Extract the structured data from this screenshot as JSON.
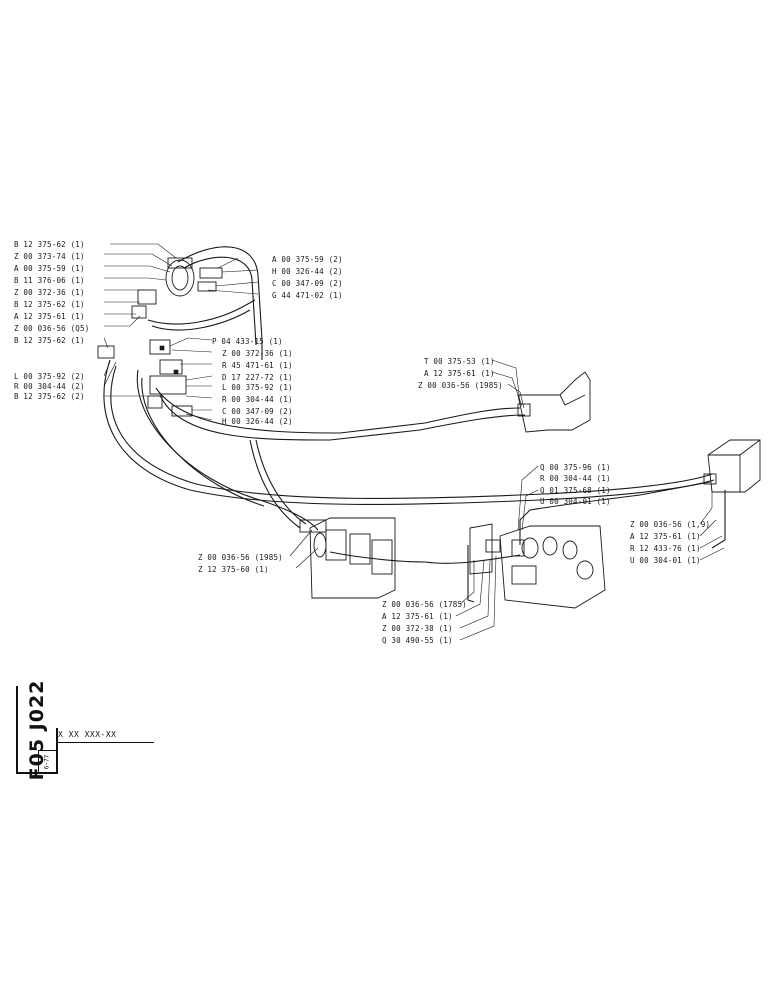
{
  "callouts": [
    "B 12 375-62 (1)",
    "Z 00 373-74 (1)",
    "A 00 375-59 (1)",
    "B 11 376-06 (1)",
    "Z 00 372-36 (1)",
    "B 12 375-62 (1)",
    "A 12 375-61 (1)",
    "Z 00 036-56 (Q5)",
    "B 12 375-62 (1)",
    "L 00 375-92 (2)",
    "R 00 304-44 (2)",
    "B 12 375-62 (2)",
    "A 00 375-59 (2)",
    "H 00 326-44 (2)",
    "C 00 347-09 (2)",
    "G 44 471-02 (1)",
    "P 04 433-15 (1)",
    "Z 00 372-36 (1)",
    "R 45 471-61 (1)",
    "D 17 227-72 (1)",
    "L 00 375-92 (1)",
    "R 00 304-44 (1)",
    "C 00 347-09 (2)",
    "H 00 326-44 (2)",
    "T 00 375-53 (1)",
    "A 12 375-61 (1)",
    "Z 00 036-56 (1985)",
    "Q 00 375-96 (1)",
    "R 00 304-44 (1)",
    "Q 01 375-68 (1)",
    "U 00 304-01 (1)",
    "Z 00 036-56 (1,9)",
    "A 12 375-61 (1)",
    "R 12 433-76 (1)",
    "U 00 304-01 (1)",
    "Z 00 036-56 (1985)",
    "Z 12 375-60 (1)",
    "Z 00 036-56 (1785)",
    "A 12 375-61 (1)",
    "Z 00 372-38 (1)",
    "Q 30 490-55 (1)"
  ],
  "title_block": {
    "code": "F05 J022",
    "date": "6-77",
    "part_no": "X XX XXX-XX"
  }
}
